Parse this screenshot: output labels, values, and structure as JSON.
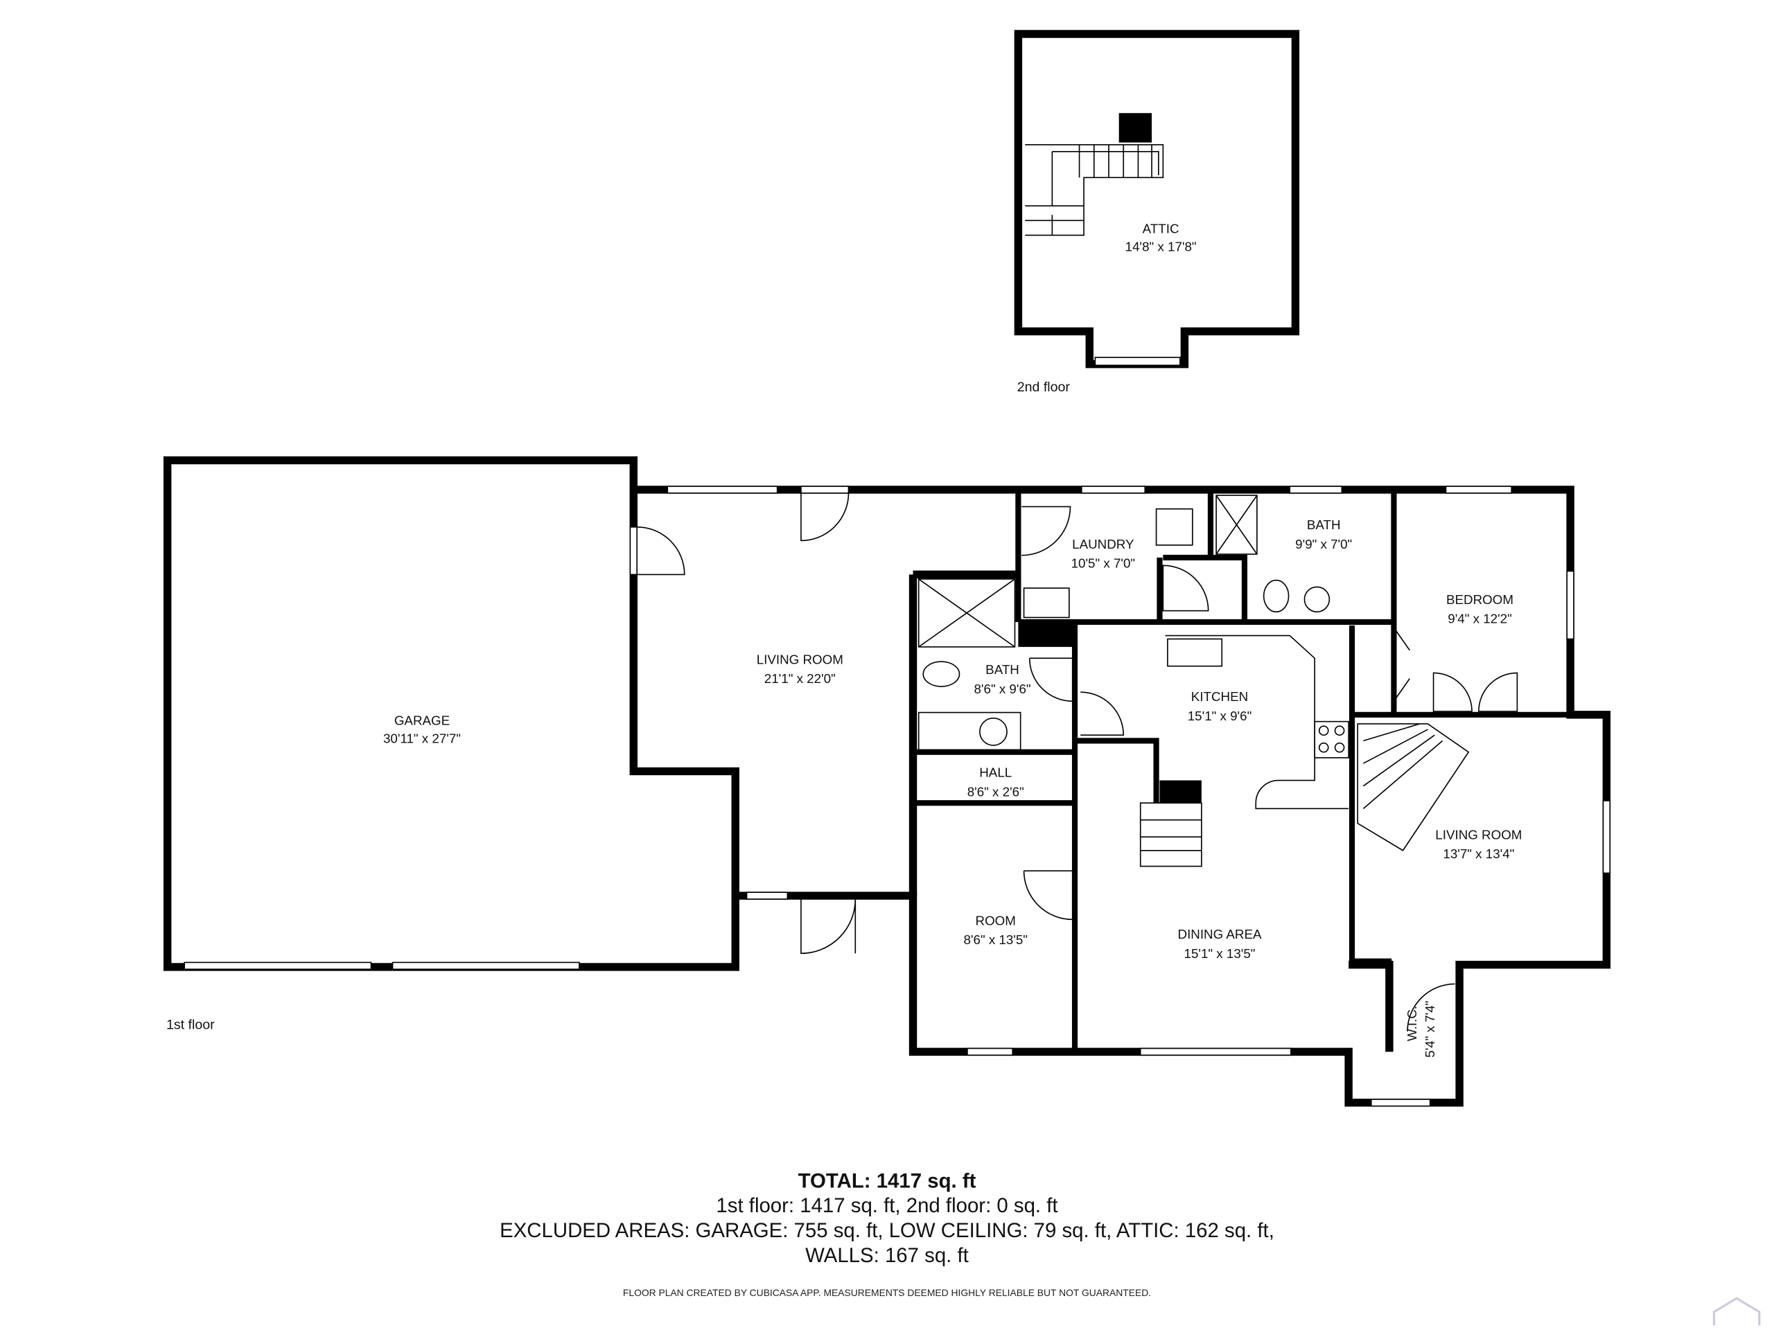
{
  "floors": {
    "second": {
      "label": "2nd floor",
      "rooms": [
        {
          "name": "ATTIC",
          "size": "14'8\" x 17'8\""
        }
      ]
    },
    "first": {
      "label": "1st floor",
      "rooms": [
        {
          "name": "GARAGE",
          "size": "30'11\" x 27'7\""
        },
        {
          "name": "LIVING ROOM",
          "size": "21'1\" x 22'0\""
        },
        {
          "name": "LAUNDRY",
          "size": "10'5\" x 7'0\""
        },
        {
          "name": "BATH",
          "size": "9'9\" x 7'0\""
        },
        {
          "name": "BEDROOM",
          "size": "9'4\" x 12'2\""
        },
        {
          "name": "BATH",
          "size": "8'6\" x 9'6\""
        },
        {
          "name": "KITCHEN",
          "size": "15'1\" x 9'6\""
        },
        {
          "name": "HALL",
          "size": "8'6\" x 2'6\""
        },
        {
          "name": "LIVING ROOM",
          "size": "13'7\" x 13'4\""
        },
        {
          "name": "ROOM",
          "size": "8'6\" x 13'5\""
        },
        {
          "name": "DINING AREA",
          "size": "15'1\" x 13'5\""
        },
        {
          "name": "W.I.C.",
          "size": "5'4\" x 7'4\""
        }
      ]
    }
  },
  "summary": {
    "total": "TOTAL: 1417 sq. ft",
    "floors_line": "1st floor: 1417 sq. ft, 2nd floor: 0 sq. ft",
    "excluded_line": "EXCLUDED AREAS: GARAGE: 755 sq. ft, LOW CEILING: 79 sq. ft, ATTIC: 162 sq. ft,",
    "walls_line": "WALLS: 167 sq. ft",
    "disclaimer": "FLOOR PLAN CREATED BY CUBICASA APP. MEASUREMENTS DEEMED HIGHLY RELIABLE BUT NOT GUARANTEED."
  }
}
